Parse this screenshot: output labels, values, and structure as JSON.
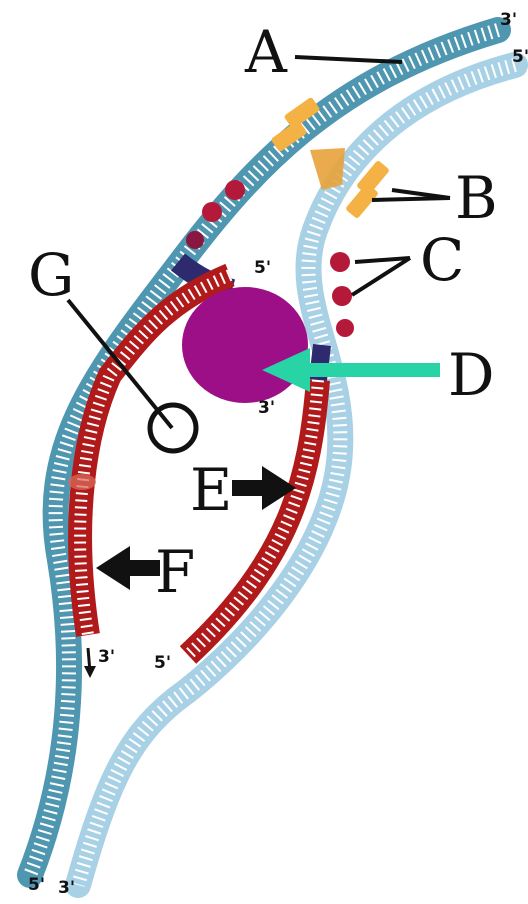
{
  "labels": {
    "a": "A",
    "b": "B",
    "c": "C",
    "d": "D",
    "e": "E",
    "f": "F",
    "g": "G"
  },
  "strand_ends": {
    "top_right_upper": "3'",
    "top_right_lower": "5'",
    "bottom_left_first": "5'",
    "bottom_left_second": "3'",
    "primer_top_five": "5'",
    "primer_top_three": "3'",
    "lagging_end_three": "3'",
    "leading_end_five": "5'"
  },
  "colors": {
    "template_dark": "#4f97b1",
    "template_light": "#a9d1e6",
    "new_strand": "#b11a1a",
    "primer": "#2e2a6e",
    "polymerase": "#9c0f86",
    "arrow": "#28d3a6",
    "helicase": "#f4b244",
    "ssb_protein": "#b5193a",
    "rungs": "#ffffff",
    "text": "#111111"
  }
}
